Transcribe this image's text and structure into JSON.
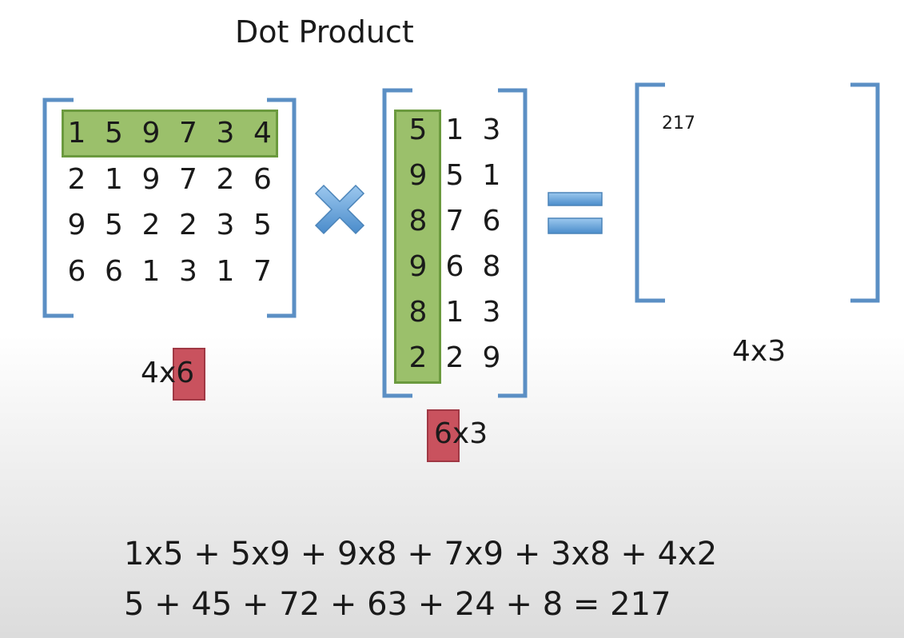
{
  "title": "Dot Product",
  "matrix_a": {
    "rows": [
      [
        "1",
        "5",
        "9",
        "7",
        "3",
        "4"
      ],
      [
        "2",
        "1",
        "9",
        "7",
        "2",
        "6"
      ],
      [
        "9",
        "5",
        "2",
        "2",
        "3",
        "5"
      ],
      [
        "6",
        "6",
        "1",
        "3",
        "1",
        "7"
      ]
    ],
    "dim_prefix": "4x",
    "dim_highlight": "6",
    "highlighted_row": 0
  },
  "matrix_b": {
    "rows": [
      [
        "5",
        "1",
        "3"
      ],
      [
        "9",
        "5",
        "1"
      ],
      [
        "8",
        "7",
        "6"
      ],
      [
        "9",
        "6",
        "8"
      ],
      [
        "8",
        "1",
        "3"
      ],
      [
        "2",
        "2",
        "9"
      ]
    ],
    "dim_highlight": "6",
    "dim_suffix": "x3",
    "highlighted_col": 0
  },
  "result": {
    "first_value": "217",
    "dim": "4x3"
  },
  "equations": {
    "line1": "1x5 + 5x9 + 9x8 + 7x9 + 3x8 + 4x2",
    "line2": "5 + 45 + 72 + 63 + 24 + 8  = 217"
  },
  "colors": {
    "bracket": "#5b8fc4",
    "highlight_green": "#9bc06b",
    "highlight_red": "#c9525e",
    "operator_blue": "#5b9bd5"
  },
  "icons": {
    "multiply": "multiply-icon",
    "equals": "equals-icon"
  }
}
